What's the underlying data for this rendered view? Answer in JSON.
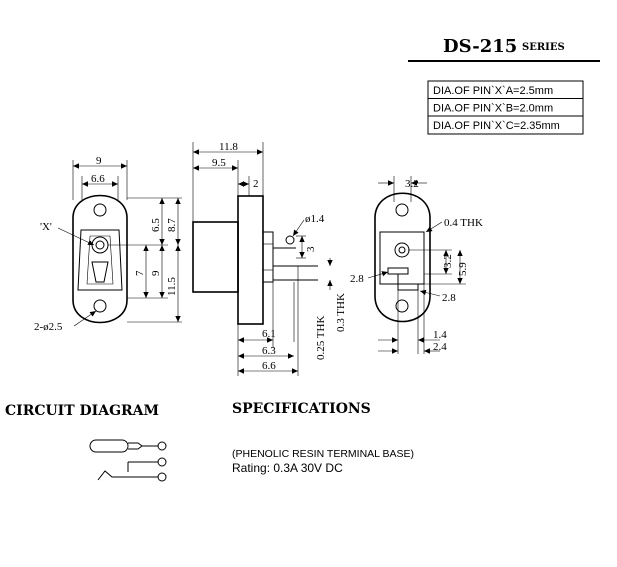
{
  "header": {
    "model": "DS-215",
    "series": "SERIES"
  },
  "pin_table": [
    "DIA.OF PIN`X`A=2.5mm",
    "DIA.OF PIN`X`B=2.0mm",
    "DIA.OF PIN`X`C=2.35mm"
  ],
  "front_view": {
    "w_overall": "9",
    "w_inner": "6.6",
    "h_65": "6.5",
    "h_87": "8.7",
    "h_7": "7",
    "h_9": "9",
    "h_115": "11.5",
    "callout_x": "'X'",
    "callout_holes": "2-ø2.5"
  },
  "side_view": {
    "w_118": "11.8",
    "w_95": "9.5",
    "w_2": "2",
    "pin_dia": "ø1.4",
    "h_3": "3",
    "thk_03": "0.3 THK",
    "thk_025": "0.25 THK",
    "w_61": "6.1",
    "w_63": "6.3",
    "w_66": "6.6"
  },
  "rear_view": {
    "w_32": "3.2",
    "thk_04": "0.4 THK",
    "h_32": "3.2",
    "h_59": "5.9",
    "l_28": "2.8",
    "r_28": "2.8",
    "w_14": "1.4",
    "w_24": "2.4"
  },
  "sections": {
    "circuit_title": "CIRCUIT DIAGRAM",
    "spec_title": "SPECIFICATIONS",
    "spec_line1": "(PHENOLIC RESIN TERMINAL BASE)",
    "spec_line2": "Rating: 0.3A 30V DC"
  }
}
